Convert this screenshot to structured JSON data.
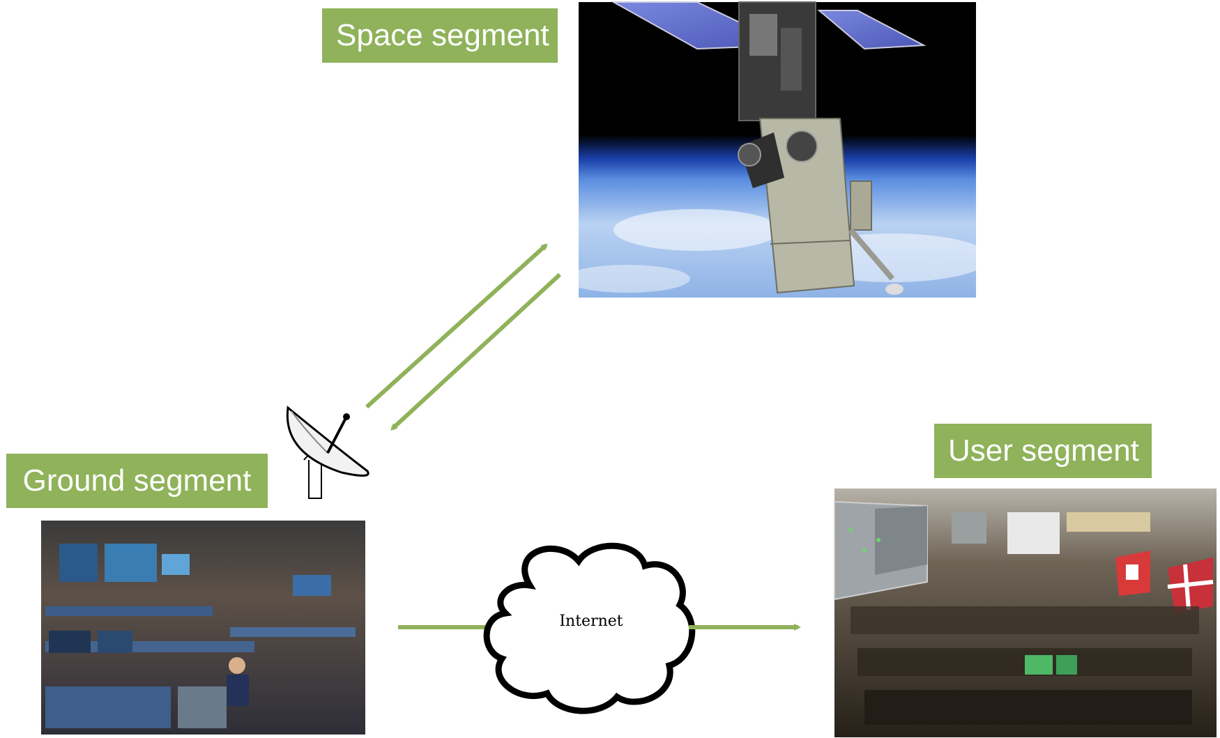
{
  "labels": {
    "space_segment": "Space segment",
    "ground_segment": "Ground segment",
    "user_segment": "User segment",
    "internet": "Internet"
  },
  "colors": {
    "label_bg": "#8fb25a",
    "label_text": "#ffffff",
    "arrow": "#8fb25a"
  },
  "icons": {
    "satellite": "satellite-image",
    "ground_station": "satellite-dish-icon",
    "ground_control_room": "mission-control-room-photo",
    "user_control_room": "operations-center-photo",
    "network": "cloud-icon"
  }
}
